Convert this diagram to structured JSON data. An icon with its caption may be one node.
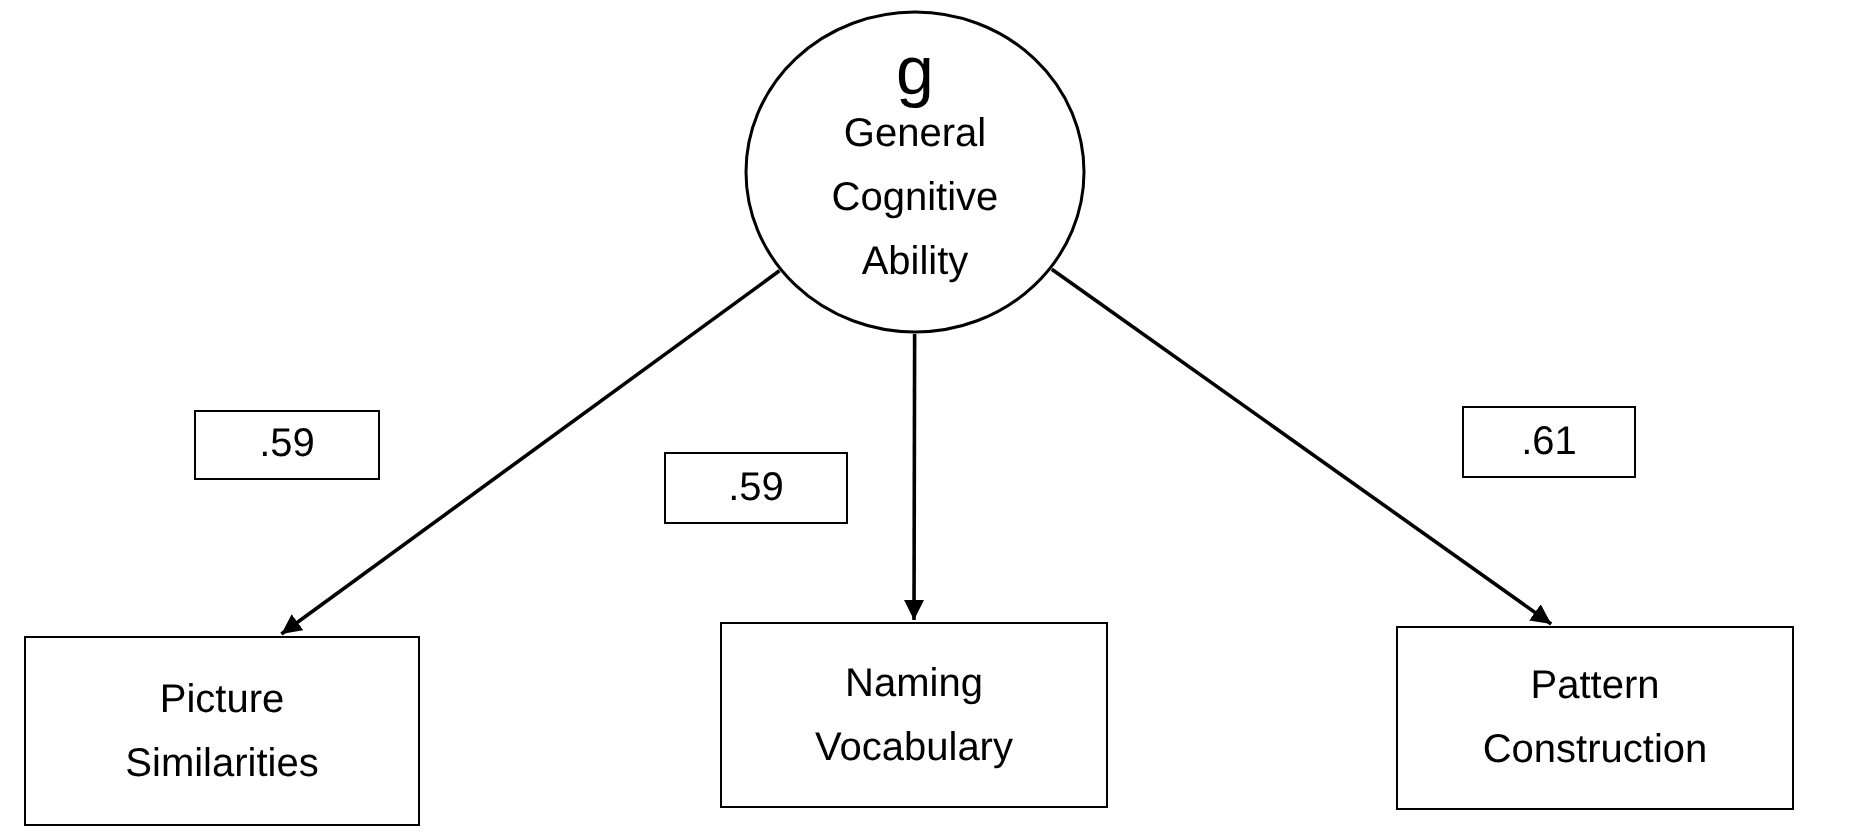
{
  "diagram": {
    "nodes": [
      {
        "text": [
          "g",
          "General Cognitive Ability"
        ]
      },
      {
        "text": [
          "Picture Similarities"
        ]
      },
      {
        "text": [
          "Naming Vocabulary"
        ]
      },
      {
        "text": [
          "Pattern Construction"
        ]
      }
    ],
    "edges": [
      {
        "from": 0,
        "to": 1,
        "arrow": "to",
        "label": ".59"
      },
      {
        "from": 0,
        "to": 2,
        "arrow": "to",
        "label": ".59"
      },
      {
        "from": 0,
        "to": 3,
        "arrow": "to",
        "label": ".61"
      }
    ]
  }
}
